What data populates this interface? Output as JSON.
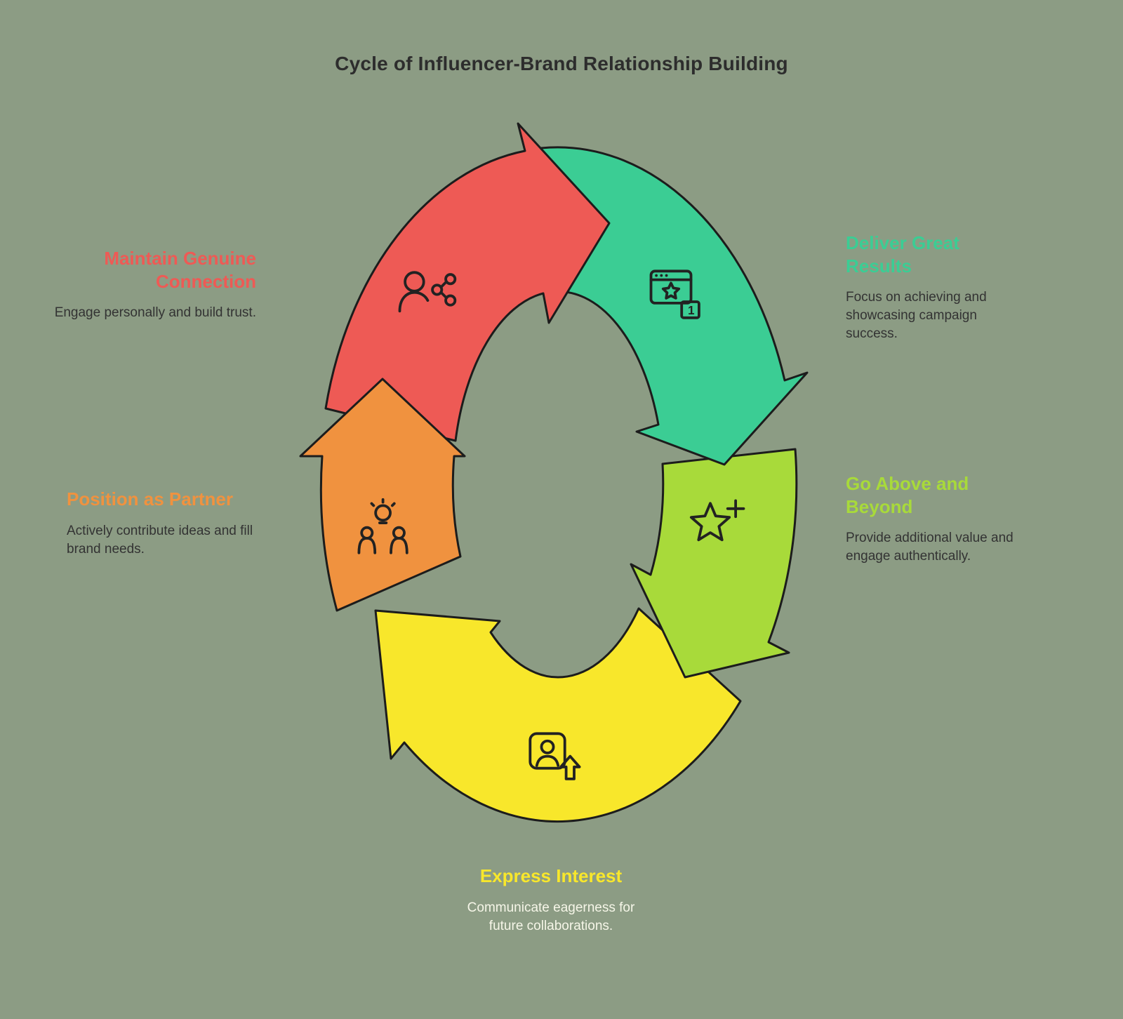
{
  "title": "Cycle of Influencer-Brand Relationship Building",
  "colors": {
    "background": "#8c9c84",
    "outline": "#1c1c1c",
    "title": "#2d2d2d",
    "body": "#333333",
    "bottom_body": "#f6f6e8"
  },
  "steps": [
    {
      "heading": "Maintain Genuine Connection",
      "body": "Engage personally and build trust.",
      "color": "#ee5a55",
      "icon": "person-network-icon"
    },
    {
      "heading": "Deliver Great Results",
      "body": "Focus on achieving and showcasing campaign success.",
      "color": "#3bcd94",
      "icon": "ranking-window-icon",
      "podium_rank": "1"
    },
    {
      "heading": "Go Above and Beyond",
      "body": "Provide additional value and engage authentically.",
      "color": "#a8da3a",
      "icon": "star-plus-icon"
    },
    {
      "heading": "Express Interest",
      "body": "Communicate eagerness for future collaborations.",
      "color": "#f8e72b",
      "icon": "profile-upload-icon"
    },
    {
      "heading": "Position as Partner",
      "body": "Actively contribute ideas and fill brand needs.",
      "color": "#f0923f",
      "icon": "people-idea-icon"
    }
  ]
}
